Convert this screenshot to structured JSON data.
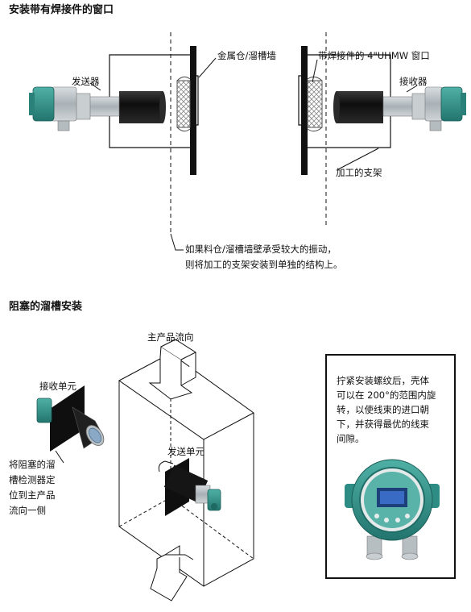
{
  "section1": {
    "title": "安装带有焊接件的窗口",
    "label_transmitter": "发送器",
    "label_receiver": "接收器",
    "label_wall": "金属仓/溜槽墙",
    "label_window": "带焊接件的 4\"UHMW 窗口",
    "label_bracket": "加工的支架",
    "note_line1": "如果料仓/溜槽墙壁承受较大的振动，",
    "note_line2": "则将加工的支架安装到单独的结构上。"
  },
  "section2": {
    "title": "阻塞的溜槽安装",
    "label_main_flow": "主产品流向",
    "label_receiver_unit": "接收单元",
    "label_transmitter_unit": "发送单元",
    "side_note": [
      "将阻塞的溜",
      "槽检测器定",
      "位到主产品",
      "流向一侧"
    ]
  },
  "callout": {
    "lines": [
      "拧紧安装螺纹后，壳体",
      "可以在 200°的范围内旋",
      "转，以使线束的进口朝",
      "下，并获得最优的线束",
      "间隙。"
    ]
  },
  "colors": {
    "housing_teal": "#2f8f86",
    "cylinder_black": "#151515",
    "steel": "#b8bec2"
  }
}
